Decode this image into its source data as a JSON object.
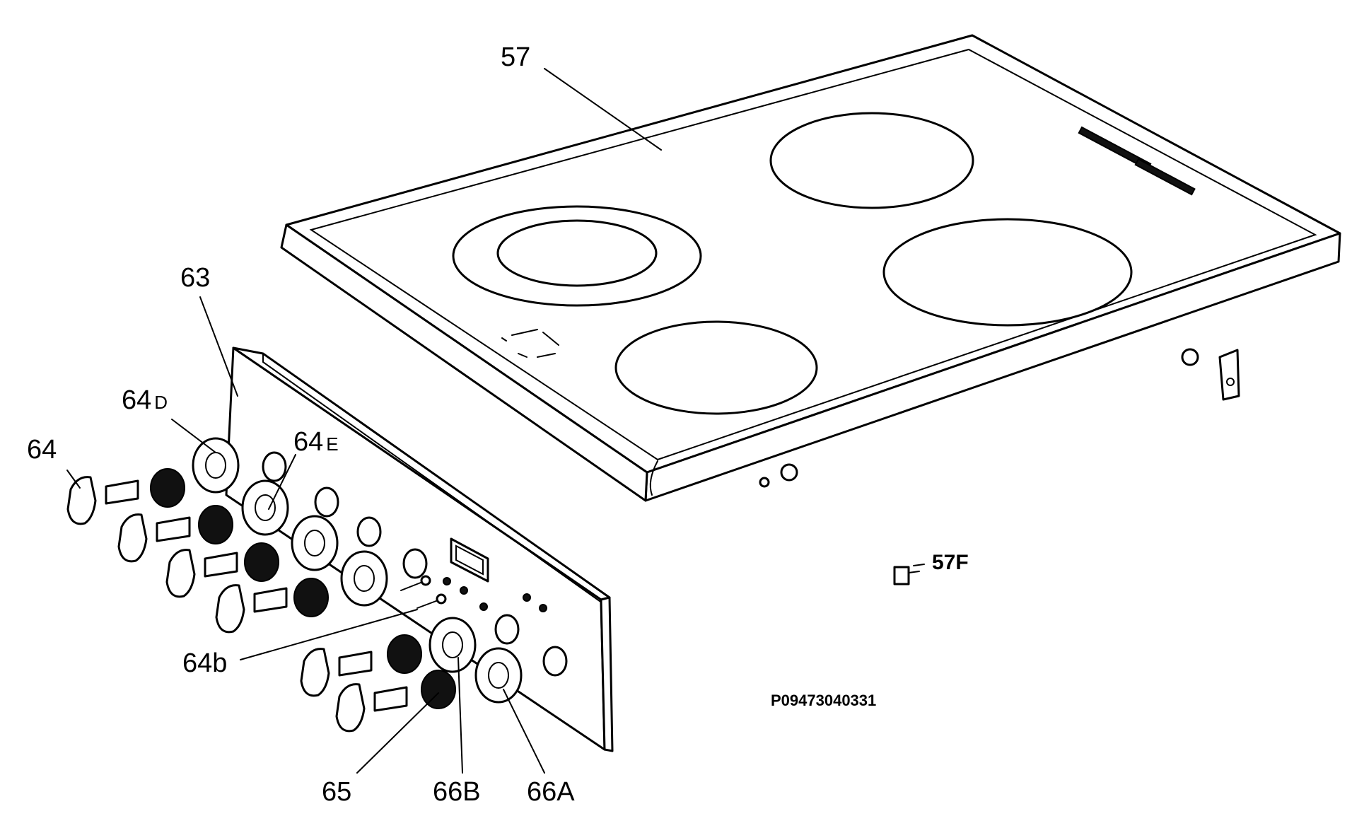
{
  "labels": {
    "hob": "57",
    "control_panel": "63",
    "knob": "64",
    "knob_d_num": "64",
    "knob_d_suffix": "D",
    "knob_e_num": "64",
    "knob_e_suffix": "E",
    "screw": "64b",
    "spring": "65",
    "bezel_b_num": "66",
    "bezel_b_suffix": "B",
    "bezel_a_num": "66",
    "bezel_a_suffix": "A",
    "clip": "57F"
  },
  "drawing_code": "P09473040331"
}
